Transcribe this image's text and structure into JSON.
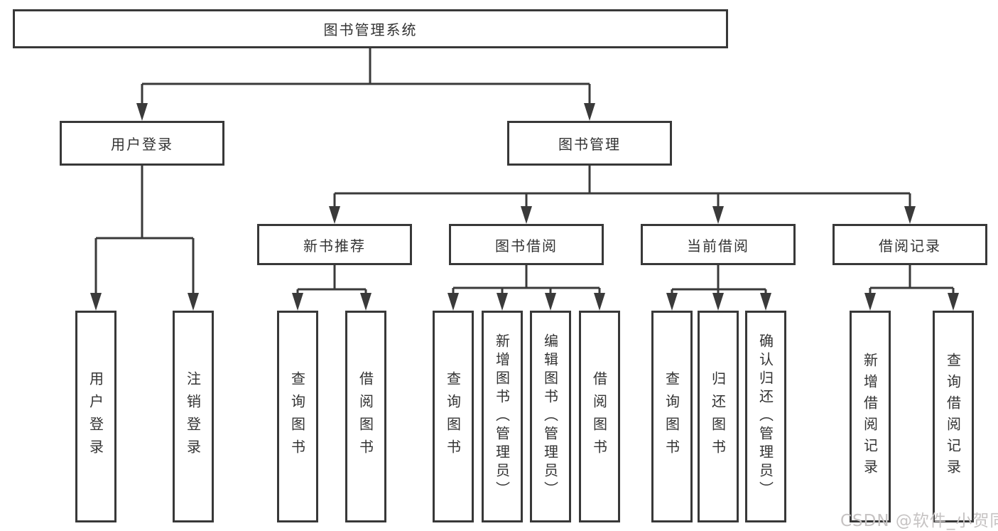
{
  "diagram": {
    "type": "hierarchy-tree",
    "title": "图书管理系统",
    "watermark": "CSDN @软件_小贺同学",
    "colors": {
      "line": "#3a3a3a",
      "box_border": "#383838",
      "text": "#333333",
      "background": "#ffffff",
      "watermark_text": "#c6c3c3"
    },
    "tree": {
      "label": "图书管理系统",
      "children": [
        {
          "label": "用户登录",
          "children": [
            {
              "label": "用户登录"
            },
            {
              "label": "注销登录"
            }
          ]
        },
        {
          "label": "图书管理",
          "children": [
            {
              "label": "新书推荐",
              "children": [
                {
                  "label": "查询图书"
                },
                {
                  "label": "借阅图书"
                }
              ]
            },
            {
              "label": "图书借阅",
              "children": [
                {
                  "label": "查询图书"
                },
                {
                  "label": "新增图书（管理员）"
                },
                {
                  "label": "编辑图书（管理员）"
                },
                {
                  "label": "借阅图书"
                }
              ]
            },
            {
              "label": "当前借阅",
              "children": [
                {
                  "label": "查询图书"
                },
                {
                  "label": "归还图书"
                },
                {
                  "label": "确认归还（管理员）"
                }
              ]
            },
            {
              "label": "借阅记录",
              "children": [
                {
                  "label": "新增借阅记录"
                },
                {
                  "label": "查询借阅记录"
                }
              ]
            }
          ]
        }
      ]
    }
  }
}
